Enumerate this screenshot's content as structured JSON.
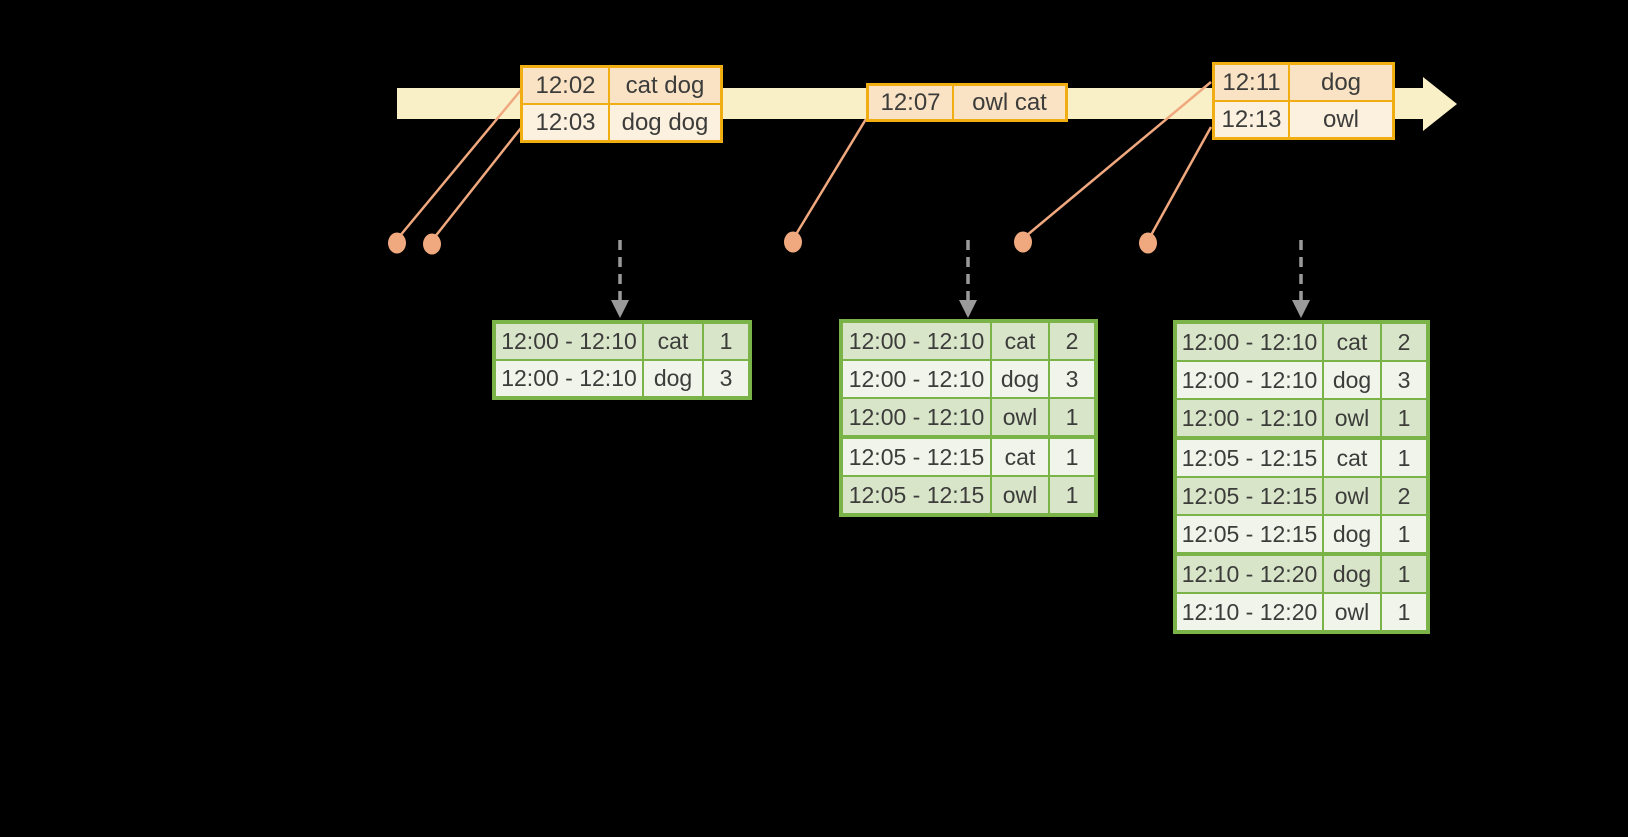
{
  "colors": {
    "background": "#000000",
    "timeline_band": "#FAF0C8",
    "event_table_border": "#F0AE12",
    "event_row_fill_dark": "#FAE3C4",
    "event_row_fill_light": "#FCF1DF",
    "connector_salmon": "#F0A87E",
    "trigger_arrow_gray": "#9A9A9A",
    "result_table_border": "#7AB348",
    "result_row_fill_dark": "#D9E5C9",
    "result_row_fill_light": "#F0F4EA",
    "text": "#3C3C3B"
  },
  "timeline": {
    "event_tables": [
      {
        "rows": [
          {
            "time": "12:02",
            "words": "cat dog"
          },
          {
            "time": "12:03",
            "words": "dog dog"
          }
        ]
      },
      {
        "rows": [
          {
            "time": "12:07",
            "words": "owl cat"
          }
        ]
      },
      {
        "rows": [
          {
            "time": "12:11",
            "words": "dog"
          },
          {
            "time": "12:13",
            "words": "owl"
          }
        ]
      }
    ]
  },
  "result_tables": [
    {
      "rows": [
        {
          "window": "12:00 - 12:10",
          "word": "cat",
          "count": "1"
        },
        {
          "window": "12:00 - 12:10",
          "word": "dog",
          "count": "3"
        }
      ]
    },
    {
      "rows": [
        {
          "window": "12:00 - 12:10",
          "word": "cat",
          "count": "2"
        },
        {
          "window": "12:00 - 12:10",
          "word": "dog",
          "count": "3"
        },
        {
          "window": "12:00 - 12:10",
          "word": "owl",
          "count": "1"
        },
        {
          "window": "12:05 - 12:15",
          "word": "cat",
          "count": "1"
        },
        {
          "window": "12:05 - 12:15",
          "word": "owl",
          "count": "1"
        }
      ]
    },
    {
      "rows": [
        {
          "window": "12:00 - 12:10",
          "word": "cat",
          "count": "2"
        },
        {
          "window": "12:00 - 12:10",
          "word": "dog",
          "count": "3"
        },
        {
          "window": "12:00 - 12:10",
          "word": "owl",
          "count": "1"
        },
        {
          "window": "12:05 - 12:15",
          "word": "cat",
          "count": "1"
        },
        {
          "window": "12:05 - 12:15",
          "word": "owl",
          "count": "2"
        },
        {
          "window": "12:05 - 12:15",
          "word": "dog",
          "count": "1"
        },
        {
          "window": "12:10 - 12:20",
          "word": "dog",
          "count": "1"
        },
        {
          "window": "12:10 - 12:20",
          "word": "owl",
          "count": "1"
        }
      ]
    }
  ]
}
